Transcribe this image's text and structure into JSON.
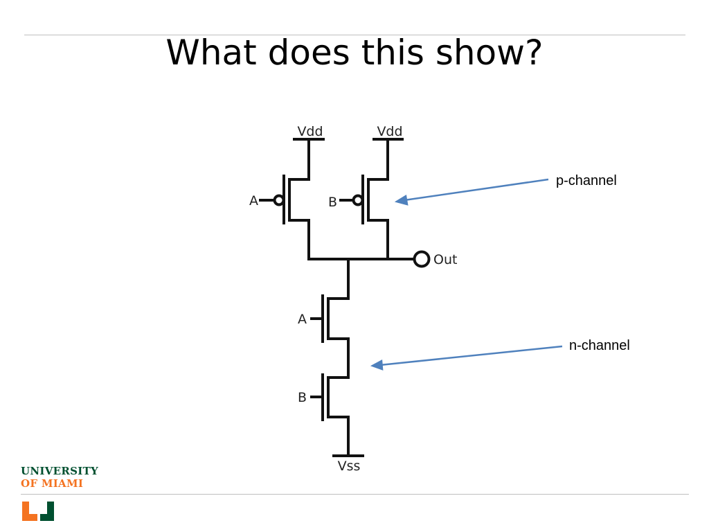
{
  "slide": {
    "title": "What does this show?"
  },
  "diagram": {
    "supply_labels": [
      "Vdd",
      "Vdd"
    ],
    "ground_label": "Vss",
    "output_label": "Out",
    "inputs": {
      "pmos_a": "A",
      "pmos_b": "B",
      "nmos_a": "A",
      "nmos_b": "B"
    },
    "callouts": {
      "p_channel": "p-channel",
      "n_channel": "n-channel"
    },
    "arrow_color": "#4f81bd"
  },
  "branding": {
    "line1": "UNIVERSITY",
    "line2": "OF MIAMI",
    "green": "#005030",
    "orange": "#f47321"
  }
}
